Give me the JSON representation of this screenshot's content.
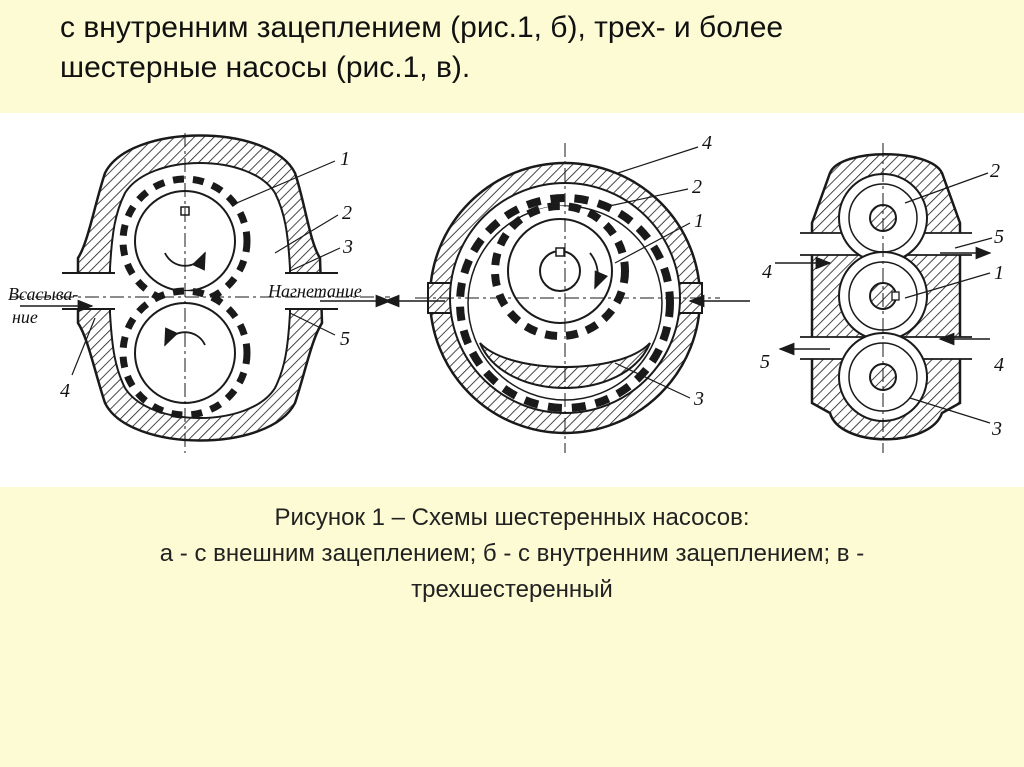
{
  "slide": {
    "top_text_line1": "с внутренним зацеплением (рис.1, б), трех- и более",
    "top_text_line2": "шестерные насосы (рис.1, в)."
  },
  "figure": {
    "a": {
      "label_1": "1",
      "label_2": "2",
      "label_3": "3",
      "label_4": "4",
      "label_5": "5",
      "suction_line1": "Всасыва-",
      "suction_line2": "ние",
      "discharge": "Нагнетание"
    },
    "b": {
      "label_1": "1",
      "label_2": "2",
      "label_3": "3",
      "label_4": "4"
    },
    "c": {
      "label_1": "1",
      "label_2": "2",
      "label_3": "3",
      "label_4_top": "4",
      "label_4_bottom": "4",
      "label_5_top": "5",
      "label_5_bottom": "5"
    },
    "colors": {
      "stroke": "#1a1a1a",
      "panel": "#ffffff",
      "background": "#fdfbd3"
    }
  },
  "caption": {
    "line1": "Рисунок 1 – Схемы шестеренных насосов:",
    "line2": "а - с внешним зацеплением; б - с внутренним зацеплением; в -",
    "line3": "трехшестеренный"
  }
}
